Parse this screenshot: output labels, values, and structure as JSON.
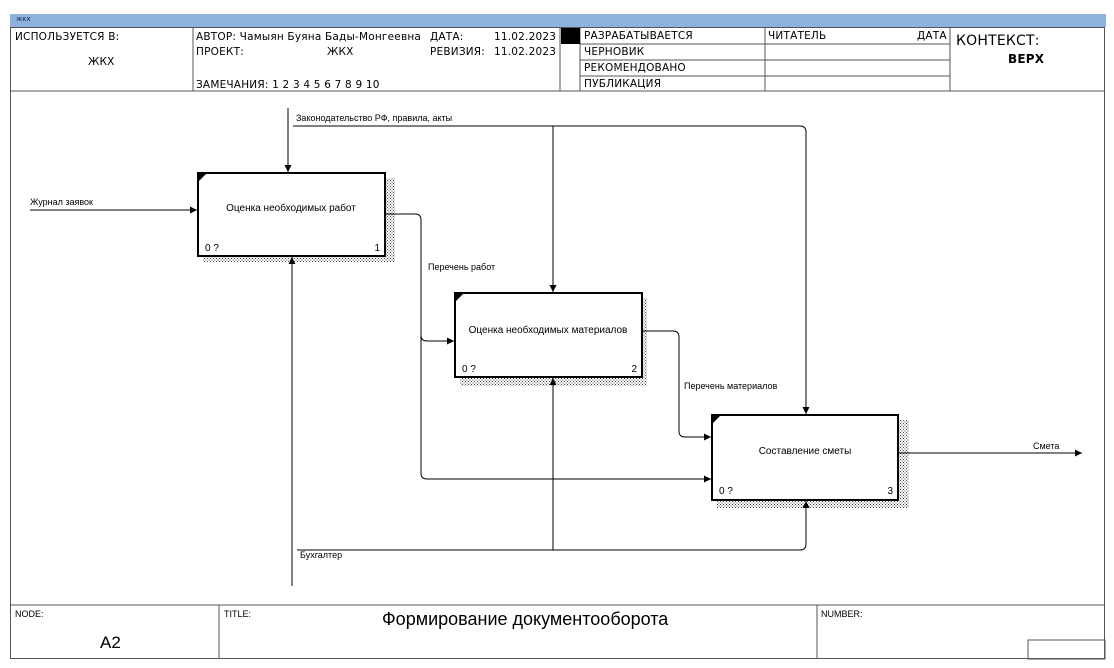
{
  "window": {
    "title": "жкх"
  },
  "header": {
    "used_in_label": "ИСПОЛЬЗУЕТСЯ В:",
    "used_in_value": "ЖКХ",
    "author": "АВТОР: Чамыян Буяна Бады-Монгеевна",
    "date_label": "ДАТА:",
    "date_value": "11.02.2023",
    "project_label": "ПРОЕКТ:",
    "project_value": "ЖКХ",
    "revision_label": "РЕВИЗИЯ:",
    "revision_value": "11.02.2023",
    "notes": "ЗАМЕЧАНИЯ:  1 2 3 4 5 6 7 8 9 10",
    "status": [
      "РАЗРАБАТЫВАЕТСЯ",
      "ЧЕРНОВИК",
      "РЕКОМЕНДОВАНО",
      "ПУБЛИКАЦИЯ"
    ],
    "reader_label": "ЧИТАТЕЛЬ",
    "reader_date_label": "ДАТА",
    "context_label": "КОНТЕКСТ:",
    "context_value": "ВЕРХ"
  },
  "diagram": {
    "boxes": [
      {
        "label": "Оценка необходимых работ",
        "left_code": "0 ?",
        "number": "1"
      },
      {
        "label": "Оценка необходимых материалов",
        "left_code": "0 ?",
        "number": "2"
      },
      {
        "label": "Составление сметы",
        "left_code": "0 ?",
        "number": "3"
      }
    ],
    "arrows": {
      "control": "Законодательство РФ, правила, акты",
      "input": "Журнал заявок",
      "work_list": "Перечень работ",
      "materials_list": "Перечень материалов",
      "output": "Смета",
      "mechanism": "Бухгалтер"
    }
  },
  "footer": {
    "node_label": "NODE:",
    "node_value": "A2",
    "title_label": "TITLE:",
    "title_value": "Формирование  документооборота",
    "number_label": "NUMBER:"
  },
  "colors": {
    "titlebar": "#8db2de",
    "line": "#000000"
  }
}
